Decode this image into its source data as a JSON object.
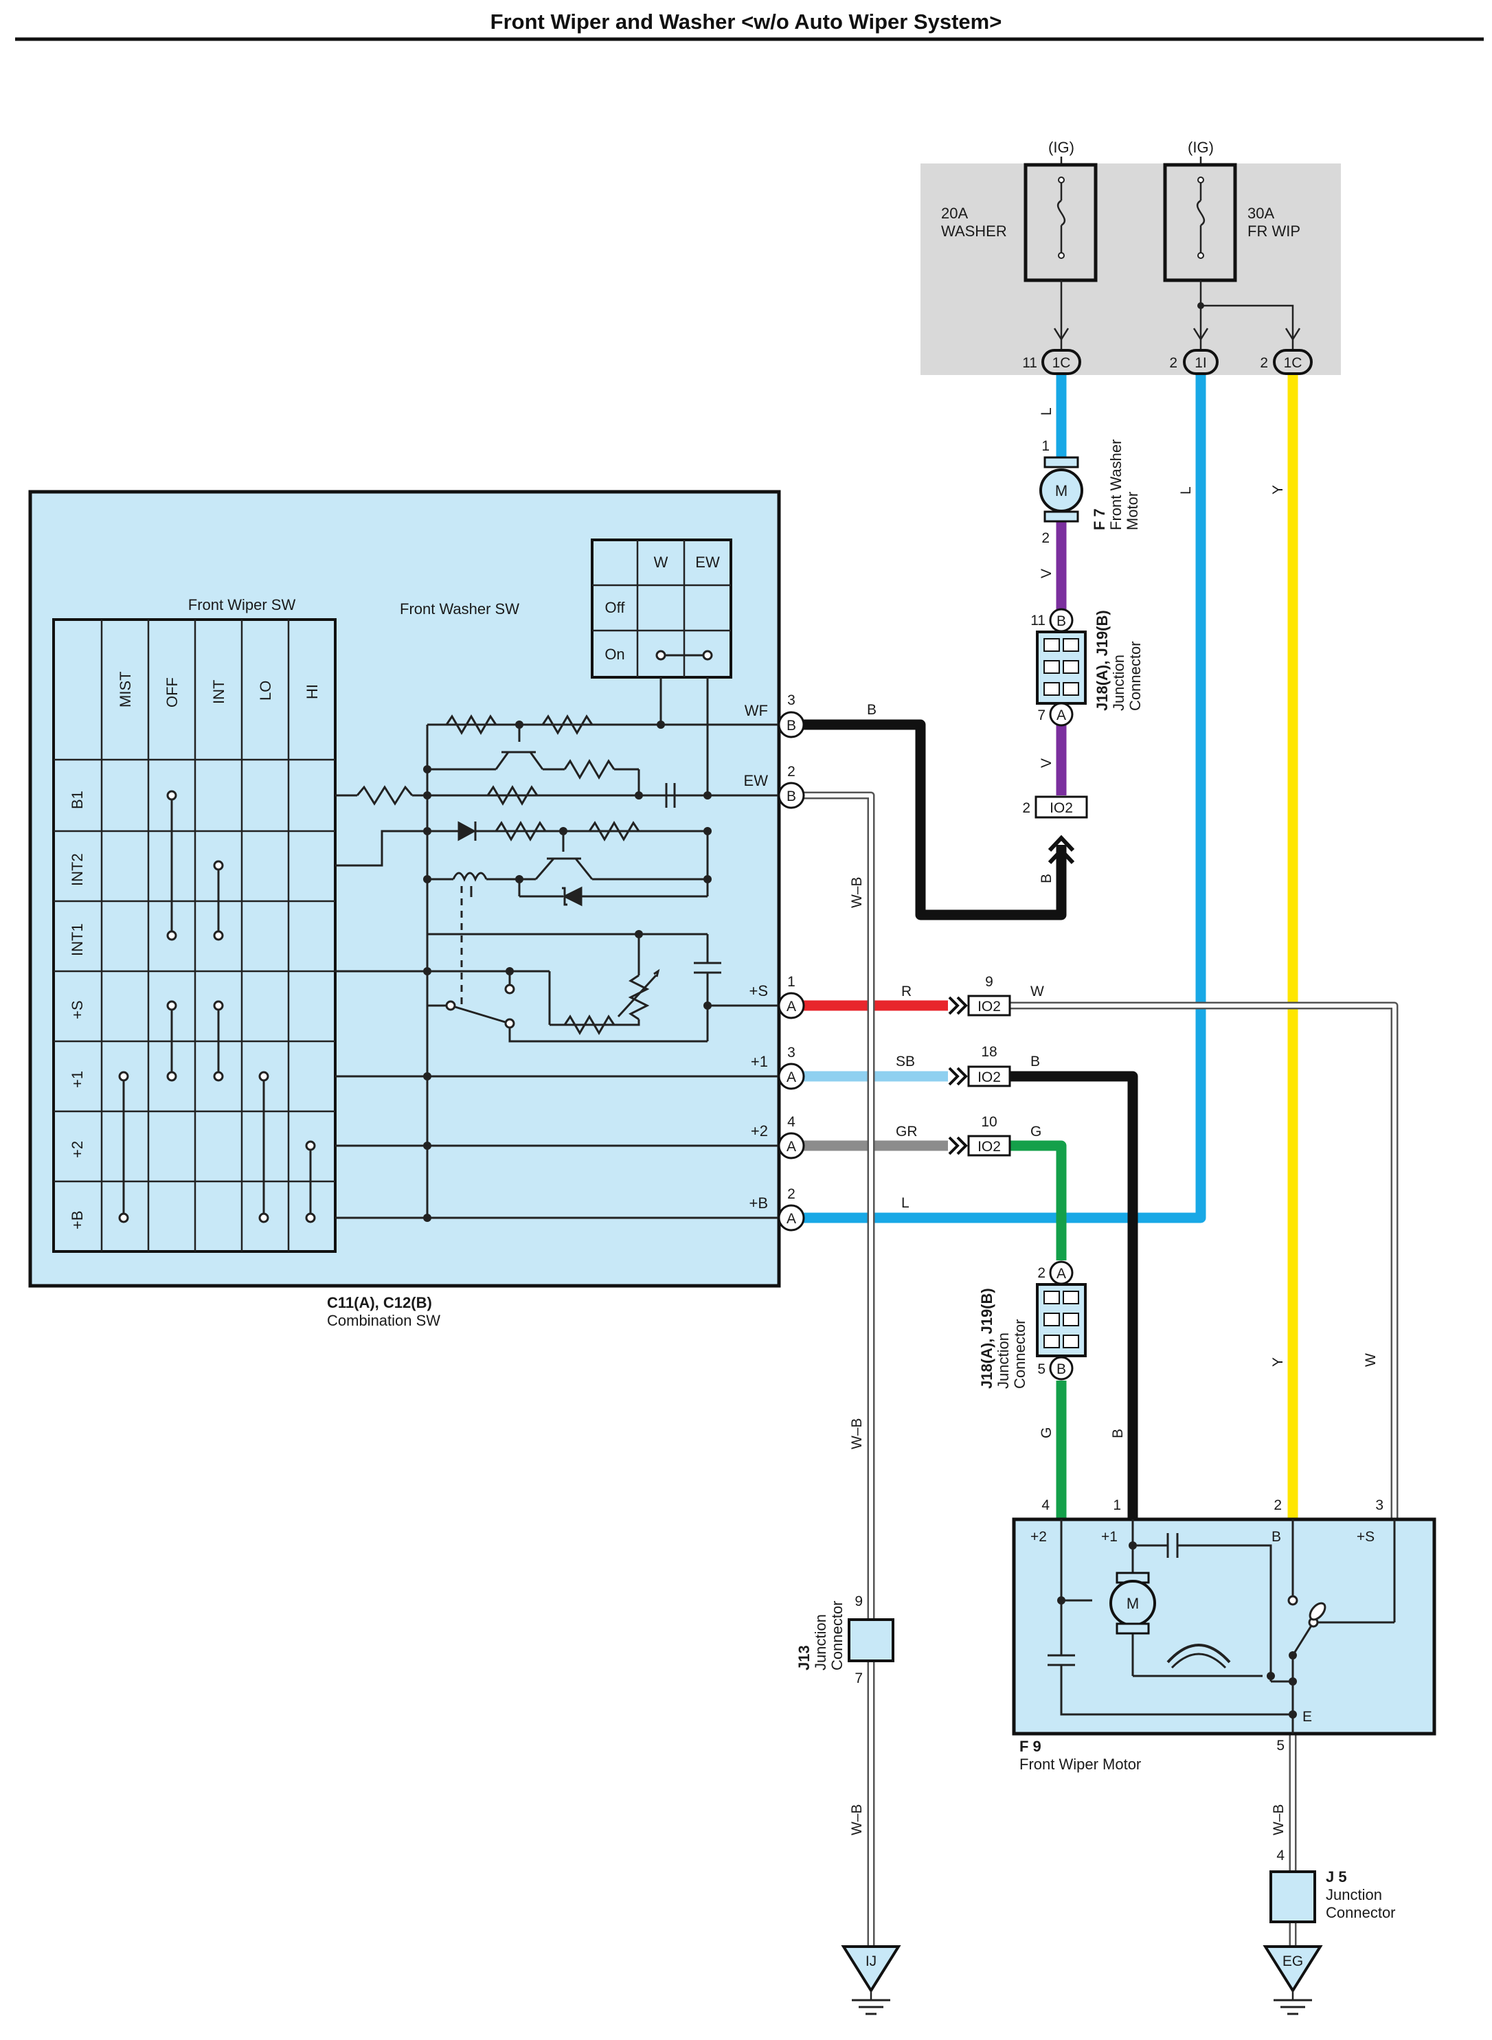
{
  "title": "Front Wiper and Washer <w/o Auto Wiper System>",
  "colors": {
    "component_fill": "#c8e8f7",
    "relay_box_fill": "#d9d9d9",
    "wire_L": "#18a8e6",
    "wire_Y": "#ffe600",
    "wire_V": "#7b2f9e",
    "wire_B": "#111111",
    "wire_R": "#e8262c",
    "wire_SB": "#8fd0f0",
    "wire_GR": "#8c8c8c",
    "wire_G": "#14a04a",
    "wire_W": "#ffffff"
  },
  "fuses": {
    "washer": {
      "ig": "(IG)",
      "rating": "20A",
      "name": "WASHER",
      "pin": "11",
      "connector": "1C"
    },
    "fr_wip": {
      "ig": "(IG)",
      "rating": "30A",
      "name": "FR WIP",
      "pin_1": "2",
      "connector_1": "1I",
      "pin_2": "2",
      "connector_2": "1C"
    }
  },
  "washer_motor": {
    "code": "F 7",
    "name_line1": "Front Washer",
    "name_line2": "Motor",
    "pin_top": "1",
    "pin_bottom": "2",
    "motor_symbol": "M"
  },
  "junction_top": {
    "code": "J18(A), J19(B)",
    "name_line1": "Junction",
    "name_line2": "Connector",
    "pin_top": "11",
    "pin_top_conn": "B",
    "pin_bottom": "7",
    "pin_bottom_conn": "A"
  },
  "junction_mid": {
    "code": "J18(A), J19(B)",
    "name_line1": "Junction",
    "name_line2": "Connector",
    "pin_top": "2",
    "pin_top_conn": "A",
    "pin_bottom": "5",
    "pin_bottom_conn": "B"
  },
  "io2": {
    "label": "IO2"
  },
  "io2_connectors": [
    {
      "pin": "2"
    },
    {
      "pin": "9"
    },
    {
      "pin": "18"
    },
    {
      "pin": "10"
    }
  ],
  "wire_labels": {
    "L1": "L",
    "L2": "L",
    "Y1": "Y",
    "V1": "V",
    "V2": "V",
    "B1": "B",
    "B2": "B",
    "B3": "B",
    "WB1": "W–B",
    "WB2": "W–B",
    "WB3": "W–B",
    "WB4": "W–B",
    "R": "R",
    "W1": "W",
    "SB": "SB",
    "B4": "B",
    "GR": "GR",
    "G1": "G",
    "L3": "L",
    "G2": "G",
    "Y2": "Y",
    "W2": "W"
  },
  "combination_sw": {
    "code": "C11(A), C12(B)",
    "name": "Combination SW",
    "wiper_sw_title": "Front Wiper SW",
    "columns": [
      "MIST",
      "OFF",
      "INT",
      "LO",
      "HI"
    ],
    "rows": [
      "B1",
      "INT2",
      "INT1",
      "+S",
      "+1",
      "+2",
      "+B"
    ],
    "washer_sw_title": "Front Washer SW",
    "washer_columns": [
      "W",
      "EW"
    ],
    "washer_rows": [
      "Off",
      "On"
    ],
    "terminals": [
      {
        "name": "WF",
        "pin": "3",
        "conn": "B"
      },
      {
        "name": "EW",
        "pin": "2",
        "conn": "B"
      },
      {
        "name": "+S",
        "pin": "1",
        "conn": "A"
      },
      {
        "name": "+1",
        "pin": "3",
        "conn": "A"
      },
      {
        "name": "+2",
        "pin": "4",
        "conn": "A"
      },
      {
        "name": "+B",
        "pin": "2",
        "conn": "A"
      }
    ]
  },
  "wiper_motor": {
    "code": "F 9",
    "name": "Front Wiper Motor",
    "terminals": [
      {
        "name": "+2",
        "pin": "4"
      },
      {
        "name": "+1",
        "pin": "1"
      },
      {
        "name": "B",
        "pin": "2"
      },
      {
        "name": "+S",
        "pin": "3"
      }
    ],
    "ground_terminal": "E",
    "ground_pin": "5",
    "motor_symbol": "M"
  },
  "j13": {
    "code": "J13",
    "name_line1": "Junction",
    "name_line2": "Connector",
    "pin_top": "9",
    "pin_bottom": "7"
  },
  "j5": {
    "code": "J 5",
    "name_line1": "Junction",
    "name_line2": "Connector",
    "pin_top": "4"
  },
  "grounds": {
    "left": "IJ",
    "right": "EG"
  }
}
